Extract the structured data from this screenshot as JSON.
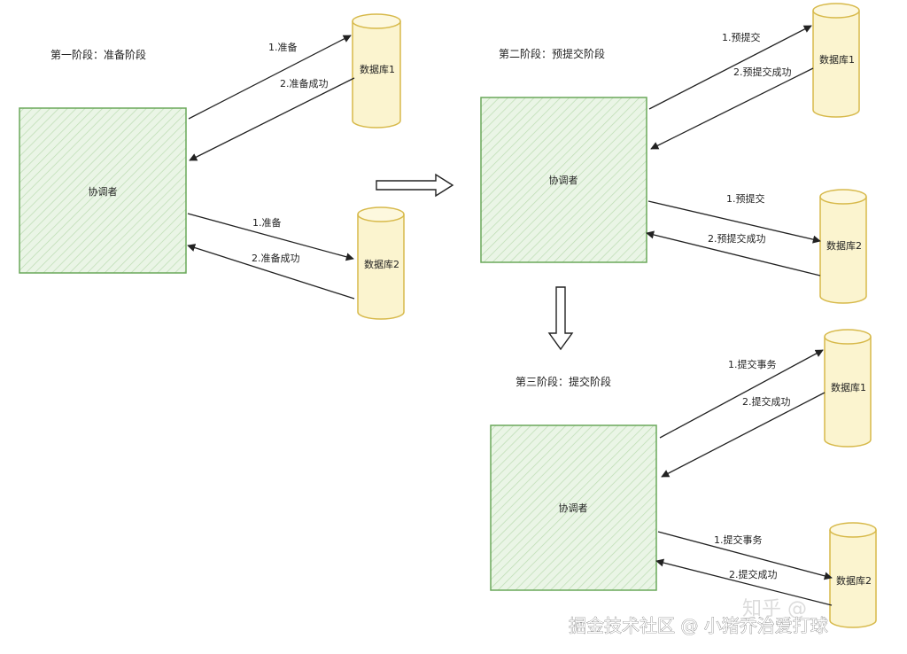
{
  "phases": {
    "phase1": "第一阶段：准备阶段",
    "phase2": "第二阶段：预提交阶段",
    "phase3": "第三阶段：提交阶段"
  },
  "coordinator_label": "协调者",
  "db1_label": "数据库1",
  "db2_label": "数据库2",
  "stage1": {
    "db1_request": "1.准备",
    "db1_response": "2.准备成功",
    "db2_request": "1.准备",
    "db2_response": "2.准备成功"
  },
  "stage2": {
    "db1_request": "1.预提交",
    "db1_response": "2.预提交成功",
    "db2_request": "1.预提交",
    "db2_response": "2.预提交成功"
  },
  "stage3": {
    "db1_request": "1.提交事务",
    "db1_response": "2.提交成功",
    "db2_request": "1.提交事务",
    "db2_response": "2.提交成功"
  },
  "watermark": {
    "main": "掘金技术社区 @ 小猪乔治爱打球",
    "faint": "知乎 @"
  },
  "colors": {
    "coordinator_fill": "#e4f2e1",
    "coordinator_stroke": "#6aa85a",
    "db_fill": "#fbf4cf",
    "db_stroke": "#d7b94a",
    "arrow": "#222222"
  }
}
